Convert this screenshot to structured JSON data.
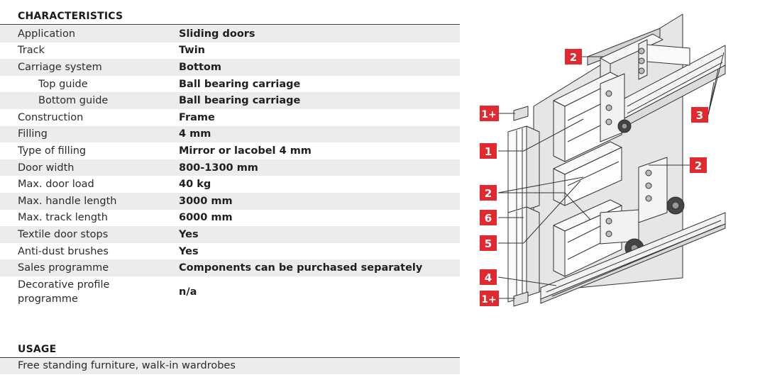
{
  "characteristics": {
    "title": "CHARACTERISTICS",
    "rows": [
      {
        "label": "Application",
        "value": "Sliding doors"
      },
      {
        "label": "Track",
        "value": "Twin"
      },
      {
        "label": "Carriage system",
        "value": "Bottom"
      },
      {
        "label": "Top guide",
        "value": "Ball bearing carriage"
      },
      {
        "label": "Bottom guide",
        "value": "Ball bearing carriage"
      },
      {
        "label": "Construction",
        "value": "Frame"
      },
      {
        "label": "Filling",
        "value": "4 mm"
      },
      {
        "label": "Type of filling",
        "value": "Mirror or lacobel 4 mm"
      },
      {
        "label": "Door width",
        "value": "800-1300 mm"
      },
      {
        "label": "Max. door load",
        "value": "40 kg"
      },
      {
        "label": "Max. handle length",
        "value": "3000 mm"
      },
      {
        "label": "Max. track length",
        "value": "6000 mm"
      },
      {
        "label": "Textile door stops",
        "value": "Yes"
      },
      {
        "label": "Anti-dust brushes",
        "value": "Yes"
      },
      {
        "label": "Sales programme",
        "value": "Components can be purchased separately"
      },
      {
        "label": "Decorative profile programme",
        "value": "n/a"
      }
    ]
  },
  "usage": {
    "title": "USAGE",
    "text": "Free standing furniture, walk-in wardrobes"
  },
  "diagram": {
    "badge_color": "#e02a2f",
    "callouts": [
      "2",
      "1+",
      "3",
      "1",
      "2",
      "2",
      "6",
      "5",
      "4",
      "1+"
    ]
  }
}
